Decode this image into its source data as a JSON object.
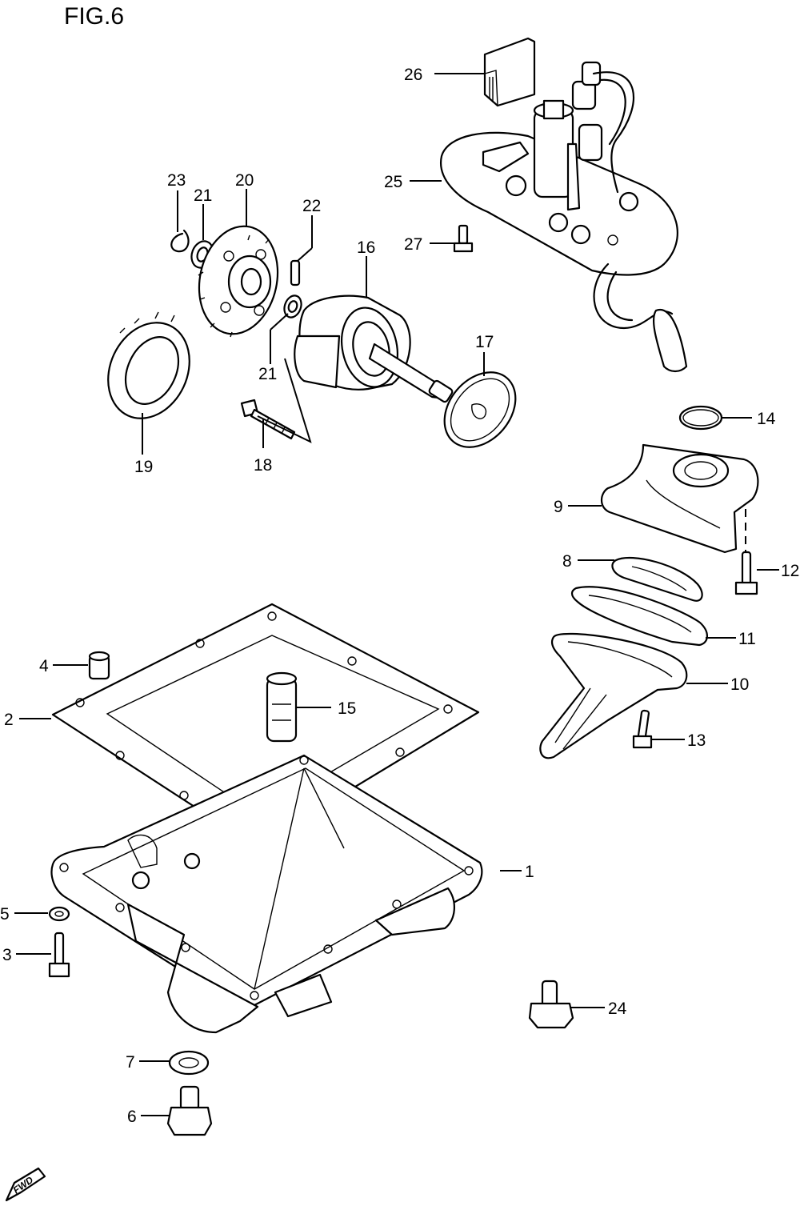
{
  "figure_title": "FIG.6",
  "fwd_badge": "FWD",
  "callouts": [
    {
      "id": "c1",
      "label": "1"
    },
    {
      "id": "c2",
      "label": "2"
    },
    {
      "id": "c3",
      "label": "3"
    },
    {
      "id": "c4",
      "label": "4"
    },
    {
      "id": "c5",
      "label": "5"
    },
    {
      "id": "c6",
      "label": "6"
    },
    {
      "id": "c7",
      "label": "7"
    },
    {
      "id": "c8",
      "label": "8"
    },
    {
      "id": "c9",
      "label": "9"
    },
    {
      "id": "c10",
      "label": "10"
    },
    {
      "id": "c11",
      "label": "11"
    },
    {
      "id": "c12",
      "label": "12"
    },
    {
      "id": "c13",
      "label": "13"
    },
    {
      "id": "c14",
      "label": "14"
    },
    {
      "id": "c15",
      "label": "15"
    },
    {
      "id": "c16",
      "label": "16"
    },
    {
      "id": "c17",
      "label": "17"
    },
    {
      "id": "c18",
      "label": "18"
    },
    {
      "id": "c19",
      "label": "19"
    },
    {
      "id": "c20",
      "label": "20"
    },
    {
      "id": "c21a",
      "label": "21"
    },
    {
      "id": "c21b",
      "label": "21"
    },
    {
      "id": "c22",
      "label": "22"
    },
    {
      "id": "c23",
      "label": "23"
    },
    {
      "id": "c24",
      "label": "24"
    },
    {
      "id": "c25",
      "label": "25"
    },
    {
      "id": "c26",
      "label": "26"
    },
    {
      "id": "c27",
      "label": "27"
    }
  ]
}
